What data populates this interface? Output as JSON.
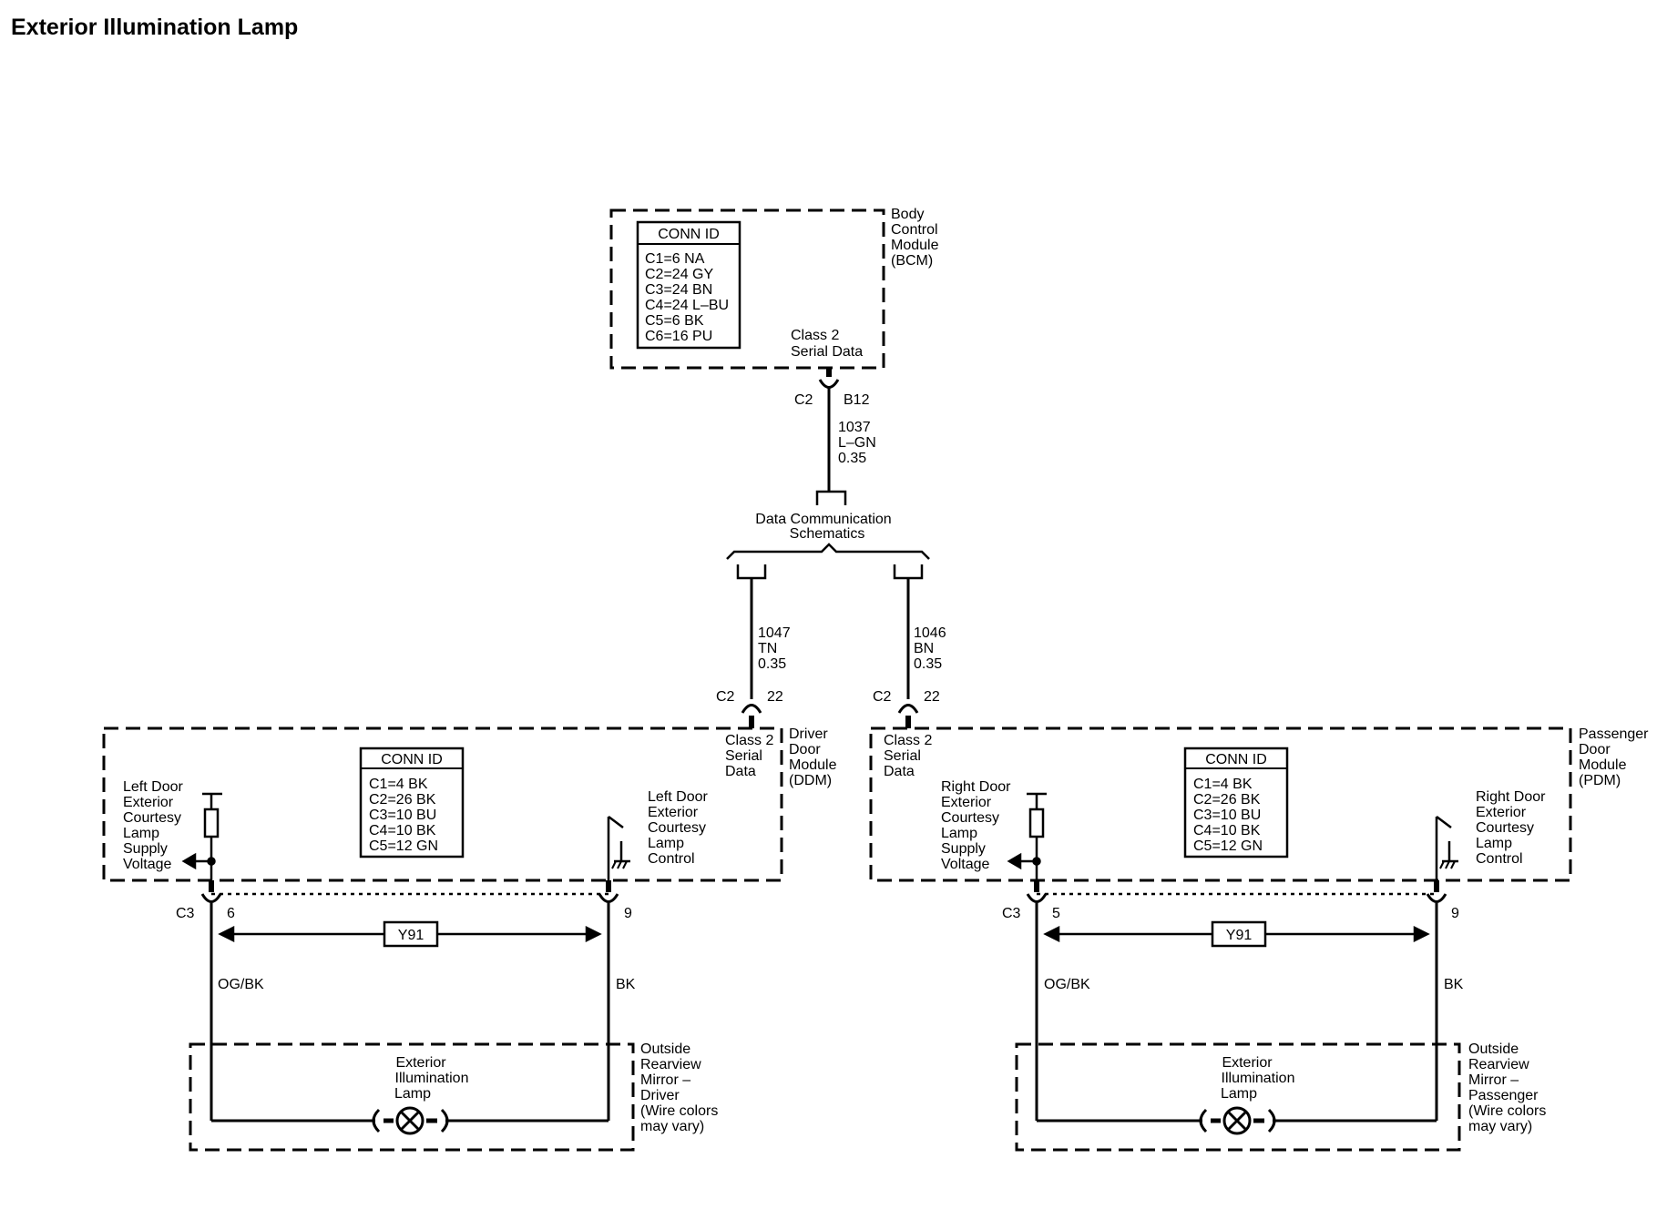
{
  "title": "Exterior Illumination Lamp",
  "bcm": {
    "conn_title": "CONN ID",
    "conn_rows": [
      "C1=6 NA",
      "C2=24 GY",
      "C3=24 BN",
      "C4=24 L–BU",
      "C5=6 BK",
      "C6=16 PU"
    ],
    "label_lines": [
      "Body",
      "Control",
      "Module",
      "(BCM)"
    ],
    "pin_label_lines": [
      "Class 2",
      "Serial Data"
    ],
    "connector": "C2",
    "pin": "B12",
    "wire_lines": [
      "1037",
      "L–GN",
      "0.35"
    ]
  },
  "data_comm": {
    "label_lines": [
      "Data Communication",
      "Schematics"
    ]
  },
  "left_wire": {
    "lines": [
      "1047",
      "TN",
      "0.35"
    ],
    "connector": "C2",
    "pin": "22"
  },
  "right_wire": {
    "lines": [
      "1046",
      "BN",
      "0.35"
    ],
    "connector": "C2",
    "pin": "22"
  },
  "ddm": {
    "label_lines": [
      "Driver",
      "Door",
      "Module",
      "(DDM)"
    ],
    "class2_lines": [
      "Class 2",
      "Serial",
      "Data"
    ],
    "conn_title": "CONN ID",
    "conn_rows": [
      "C1=4 BK",
      "C2=26 BK",
      "C3=10 BU",
      "C4=10 BK",
      "C5=12 GN"
    ],
    "supply_lines": [
      "Left Door",
      "Exterior",
      "Courtesy",
      "Lamp",
      "Supply",
      "Voltage"
    ],
    "control_lines": [
      "Left Door",
      "Exterior",
      "Courtesy",
      "Lamp",
      "Control"
    ],
    "connector": "C3",
    "pin_supply": "6",
    "pin_control": "9",
    "splice": "Y91",
    "wire_supply": "OG/BK",
    "wire_control": "BK"
  },
  "pdm": {
    "label_lines": [
      "Passenger",
      "Door",
      "Module",
      "(PDM)"
    ],
    "class2_lines": [
      "Class 2",
      "Serial",
      "Data"
    ],
    "conn_title": "CONN ID",
    "conn_rows": [
      "C1=4 BK",
      "C2=26 BK",
      "C3=10 BU",
      "C4=10 BK",
      "C5=12 GN"
    ],
    "supply_lines": [
      "Right Door",
      "Exterior",
      "Courtesy",
      "Lamp",
      "Supply",
      "Voltage"
    ],
    "control_lines": [
      "Right Door",
      "Exterior",
      "Courtesy",
      "Lamp",
      "Control"
    ],
    "connector": "C3",
    "pin_supply": "5",
    "pin_control": "9",
    "splice": "Y91",
    "wire_supply": "OG/BK",
    "wire_control": "BK"
  },
  "mirror_driver": {
    "lamp_lines": [
      "Exterior",
      "Illumination",
      "Lamp"
    ],
    "label_lines": [
      "Outside",
      "Rearview",
      "Mirror –",
      "Driver",
      "(Wire colors",
      "may vary)"
    ]
  },
  "mirror_passenger": {
    "lamp_lines": [
      "Exterior",
      "Illumination",
      "Lamp"
    ],
    "label_lines": [
      "Outside",
      "Rearview",
      "Mirror –",
      "Passenger",
      "(Wire colors",
      "may vary)"
    ]
  }
}
